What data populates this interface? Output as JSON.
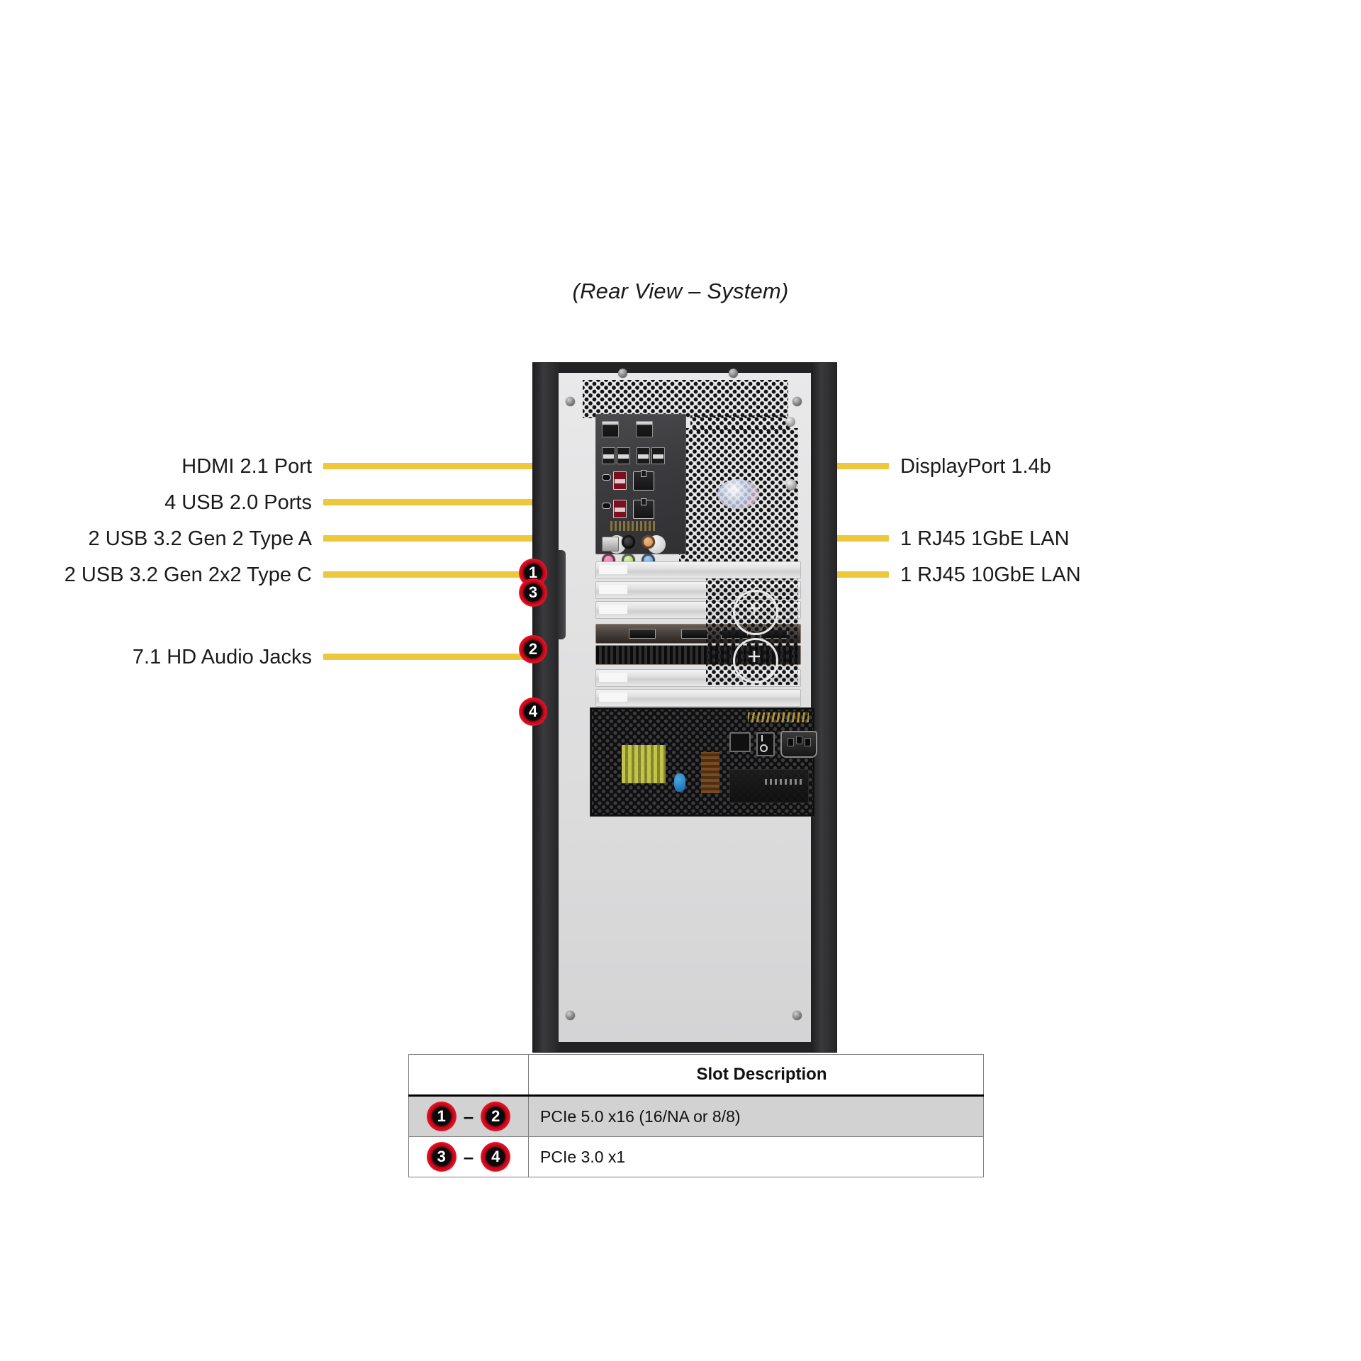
{
  "title": "(Rear View – System)",
  "accent": {
    "leader": "#edc73c",
    "badge_ring": "#e50c20",
    "badge_fill": "#0b0b0b"
  },
  "callouts": {
    "left": [
      {
        "id": "hdmi",
        "label": "HDMI 2.1 Port"
      },
      {
        "id": "usb20",
        "label": "4 USB 2.0 Ports"
      },
      {
        "id": "usb32gen2",
        "label": "2 USB 3.2 Gen 2 Type A"
      },
      {
        "id": "usb32gen2x2",
        "label": "2 USB 3.2 Gen 2x2 Type C"
      },
      {
        "id": "audio",
        "label": "7.1 HD Audio Jacks"
      }
    ],
    "right": [
      {
        "id": "dp",
        "label": "DisplayPort 1.4b"
      },
      {
        "id": "lan1g",
        "label": "1 RJ45 1GbE LAN"
      },
      {
        "id": "lan10g",
        "label": "1 RJ45 10GbE LAN"
      }
    ]
  },
  "chassis_badges": [
    {
      "num": "1"
    },
    {
      "num": "3"
    },
    {
      "num": "2"
    },
    {
      "num": "4"
    }
  ],
  "slot_table": {
    "headers": {
      "badge_col": "",
      "description": "Slot Description"
    },
    "rows": [
      {
        "from": "1",
        "to": "2",
        "dash": "–",
        "description": "PCIe  5.0  x16  (16/NA  or  8/8)",
        "shaded": true
      },
      {
        "from": "3",
        "to": "4",
        "dash": "–",
        "description": "PCIe  3.0  x1",
        "shaded": false
      }
    ]
  },
  "psu": {
    "switch_icon": "I/O"
  }
}
